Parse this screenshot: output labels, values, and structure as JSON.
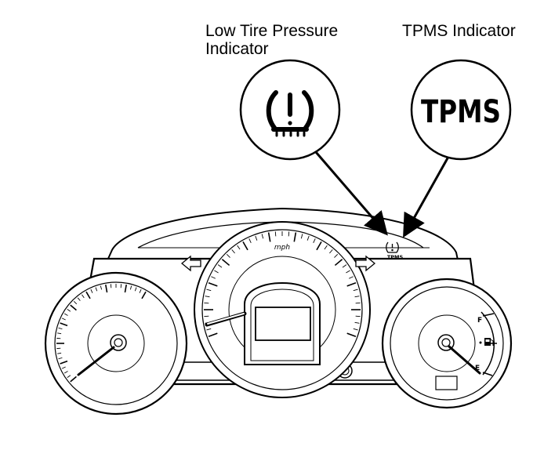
{
  "callouts": {
    "low_tire_pressure": "Low Tire Pressure Indicator",
    "tpms": "TPMS Indicator"
  },
  "zoom_circles": {
    "tpms_text": "TPMS"
  },
  "cluster": {
    "speed_unit": "mph",
    "small_tpms_text": "TPMS",
    "fuel_full": "F",
    "fuel_empty": "E"
  },
  "icons": [
    "tire-pressure-warning-icon",
    "turn-signal-left-icon",
    "turn-signal-right-icon",
    "fuel-pump-icon"
  ],
  "colors": {
    "ink": "#000000",
    "paper": "#ffffff"
  }
}
